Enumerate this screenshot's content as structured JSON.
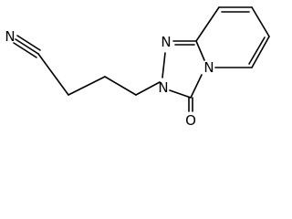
{
  "atoms": {
    "nitrile_n": "N",
    "triazole_n1": "N",
    "triazole_n2": "N",
    "bridge_n": "N",
    "carbonyl_o": "O"
  }
}
